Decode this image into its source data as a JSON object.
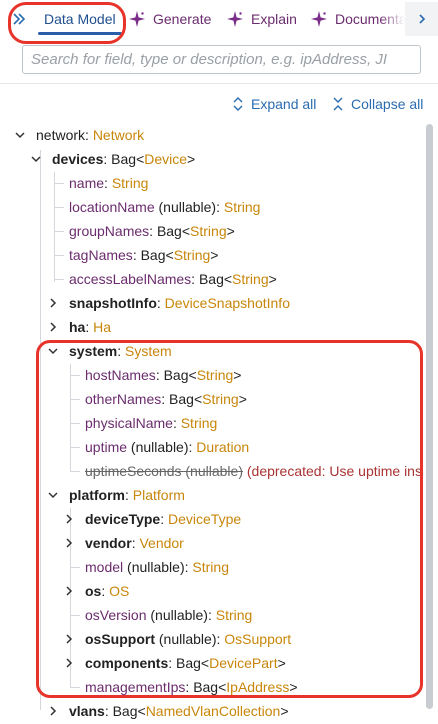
{
  "tabs": {
    "data_model": "Data Model",
    "generate": "Generate",
    "explain": "Explain",
    "documentation": "Documenta"
  },
  "search": {
    "placeholder": "Search for field, type or description, e.g. ipAddress, JI"
  },
  "toolbar": {
    "expand_all": "Expand all",
    "collapse_all": "Collapse all"
  },
  "tree": {
    "network": {
      "name": "network",
      "type": "Network"
    },
    "devices": {
      "name": "devices",
      "prefix": "Bag<",
      "type": "Device",
      "suffix": ">"
    },
    "name": {
      "name": "name",
      "type": "String"
    },
    "locationName": {
      "name": "locationName",
      "nullable": "(nullable)",
      "type": "String"
    },
    "groupNames": {
      "name": "groupNames",
      "prefix": "Bag<",
      "type": "String",
      "suffix": ">"
    },
    "tagNames": {
      "name": "tagNames",
      "prefix": "Bag<",
      "type": "String",
      "suffix": ">"
    },
    "accessLabelNames": {
      "name": "accessLabelNames",
      "prefix": "Bag<",
      "type": "String",
      "suffix": ">"
    },
    "snapshotInfo": {
      "name": "snapshotInfo",
      "type": "DeviceSnapshotInfo"
    },
    "ha": {
      "name": "ha",
      "type": "Ha"
    },
    "system": {
      "name": "system",
      "type": "System"
    },
    "hostNames": {
      "name": "hostNames",
      "prefix": "Bag<",
      "type": "String",
      "suffix": ">"
    },
    "otherNames": {
      "name": "otherNames",
      "prefix": "Bag<",
      "type": "String",
      "suffix": ">"
    },
    "physicalName": {
      "name": "physicalName",
      "type": "String"
    },
    "uptime": {
      "name": "uptime",
      "nullable": "(nullable)",
      "type": "Duration"
    },
    "uptimeSeconds": {
      "name": "uptimeSeconds (nullable)",
      "note": "(deprecated: Use uptime ins"
    },
    "platform": {
      "name": "platform",
      "type": "Platform"
    },
    "deviceType": {
      "name": "deviceType",
      "type": "DeviceType"
    },
    "vendor": {
      "name": "vendor",
      "type": "Vendor"
    },
    "model": {
      "name": "model",
      "nullable": "(nullable)",
      "type": "String"
    },
    "os": {
      "name": "os",
      "type": "OS"
    },
    "osVersion": {
      "name": "osVersion",
      "nullable": "(nullable)",
      "type": "String"
    },
    "osSupport": {
      "name": "osSupport",
      "nullable": "(nullable)",
      "type": "OsSupport"
    },
    "components": {
      "name": "components",
      "prefix": "Bag<",
      "type": "DevicePart",
      "suffix": ">"
    },
    "managementIps": {
      "name": "managementIps",
      "prefix": "Bag<",
      "type": "IpAddress",
      "suffix": ">"
    },
    "vlans": {
      "name": "vlans",
      "prefix": "Bag<",
      "type": "NamedVlanCollection",
      "suffix": ">"
    }
  },
  "colors": {
    "accent": "#2b6cb0",
    "type_text": "#c8860a",
    "field_leaf": "#6b2c6e",
    "annotation": "#e8332a"
  }
}
